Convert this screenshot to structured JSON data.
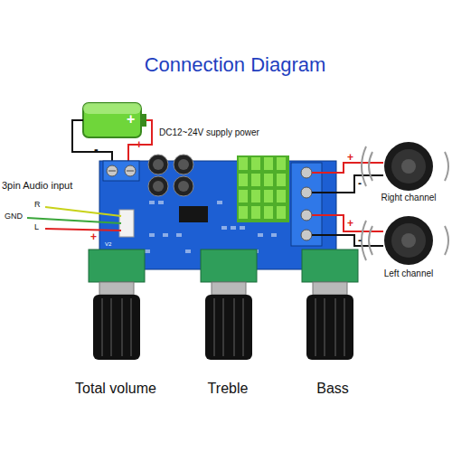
{
  "diagram": {
    "title": "Connection Diagram",
    "labels": [
      "DC12~24V supply power",
      "3pin Audio input",
      "R",
      "GND",
      "L",
      "Total volume",
      "Treble",
      "Bass",
      "Right channel",
      "Left channel",
      "+",
      "-",
      "+",
      "+",
      "+",
      "-",
      "+",
      "-",
      "V2"
    ]
  }
}
